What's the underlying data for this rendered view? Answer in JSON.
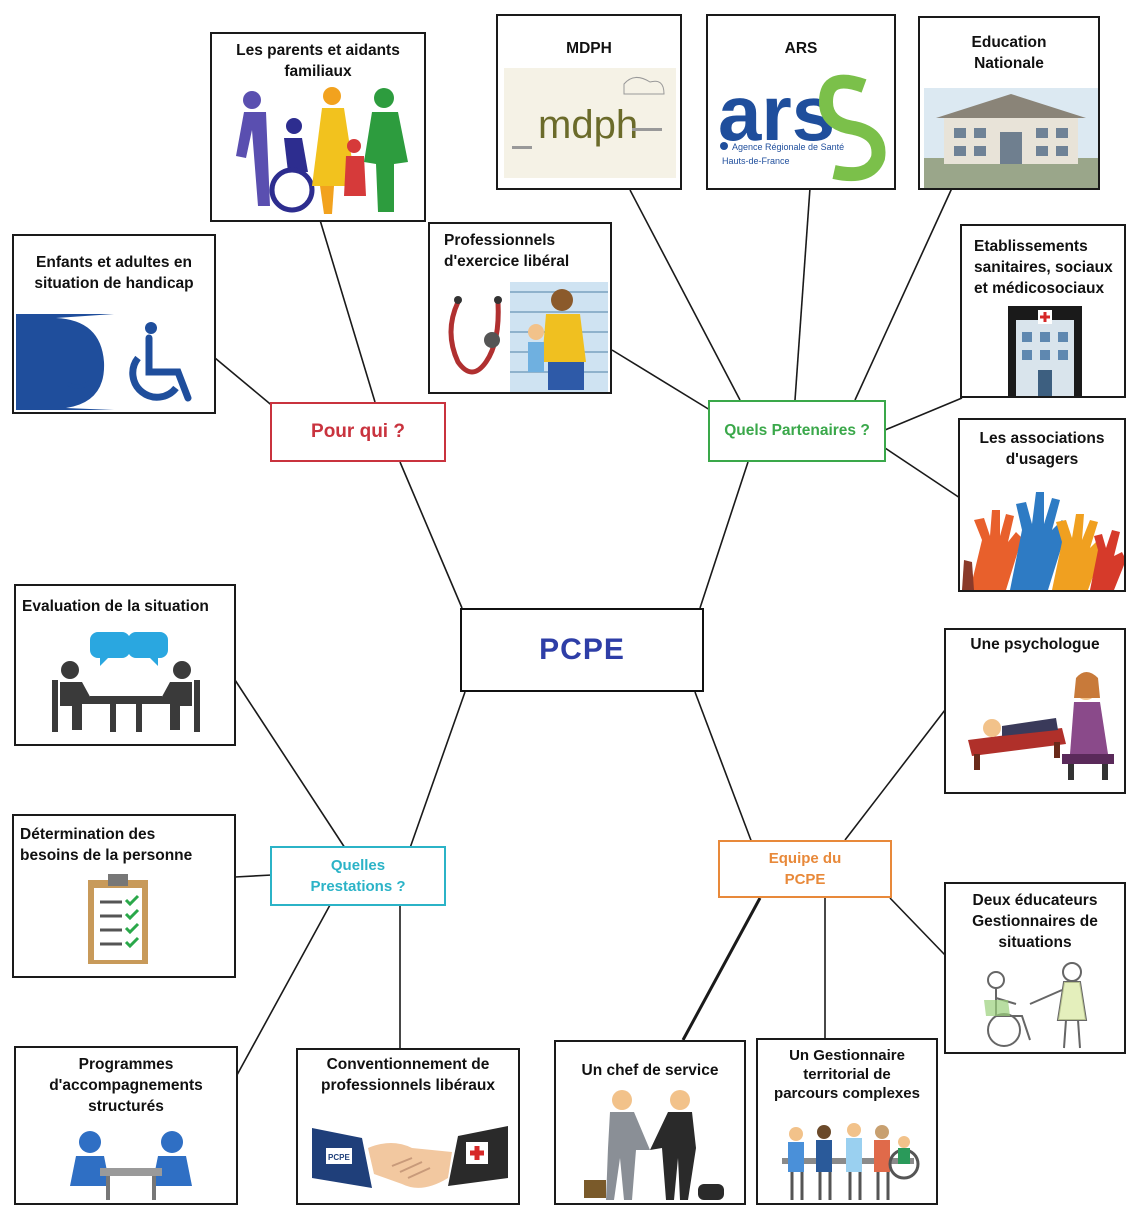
{
  "center": {
    "label": "PCPE",
    "color": "#2e3ea7"
  },
  "hubs": {
    "pour_qui": {
      "label": "Pour qui ?",
      "color": "#c9333e"
    },
    "partenaires": {
      "label": "Quels Partenaires ?",
      "color": "#3aa84a"
    },
    "prestations": {
      "label": "Quelles\nPrestations ?",
      "color": "#2bb3c7"
    },
    "equipe": {
      "label": "Equipe du\nPCPE",
      "color": "#e8893a"
    }
  },
  "nodes": {
    "enfants": "Enfants et adultes en\nsituation de handicap",
    "parents": "Les parents et aidants\nfamiliaux",
    "professionnels": "Professionnels\nd'exercice libéral",
    "mdph": "MDPH",
    "ars": "ARS",
    "education": "Education\nNationale",
    "etablissements": "Etablissements\nsanitaires, sociaux\net médicosociaux",
    "associations": "Les associations\nd'usagers",
    "evaluation": "Evaluation de la situation",
    "determination": "Détermination des\nbesoins de la personne",
    "programmes": "Programmes\nd'accompagnements\nstructurés",
    "conventionnement": "Conventionnement de\nprofessionnels libéraux",
    "psychologue": "Une psychologue",
    "educateurs": "Deux éducateurs\nGestionnaires de\nsituations",
    "chef": "Un chef de service",
    "gestionnaire": "Un Gestionnaire\nterritorial de\nparcours complexes"
  },
  "logos": {
    "mdph_word": "mdph",
    "ars_word": "ars",
    "ars_sub": "Agence Régionale de Santé",
    "ars_region": "Hauts-de-France",
    "handshake_tag": "PCPE"
  }
}
